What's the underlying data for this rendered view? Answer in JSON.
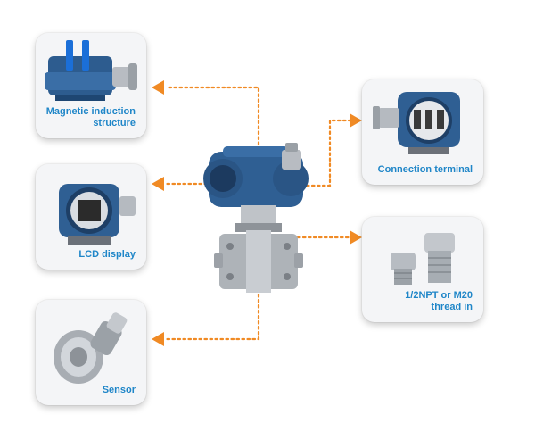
{
  "labels": {
    "magnetic": "Magnetic induction\nstructure",
    "lcd": "LCD display",
    "sensor": "Sensor",
    "terminal": "Connection terminal",
    "thread": "1/2NPT or M20\nthread in"
  },
  "colors": {
    "label": "#1f86c8",
    "connector": "#f08a24",
    "housing": "#2f5f93",
    "card": "#f4f5f7"
  },
  "icons": {
    "magnetic": "magnetic-induction-icon",
    "lcd": "lcd-display-icon",
    "sensor": "sensor-icon",
    "terminal": "connection-terminal-icon",
    "thread": "thread-fitting-icon",
    "center": "pressure-transmitter-icon"
  }
}
